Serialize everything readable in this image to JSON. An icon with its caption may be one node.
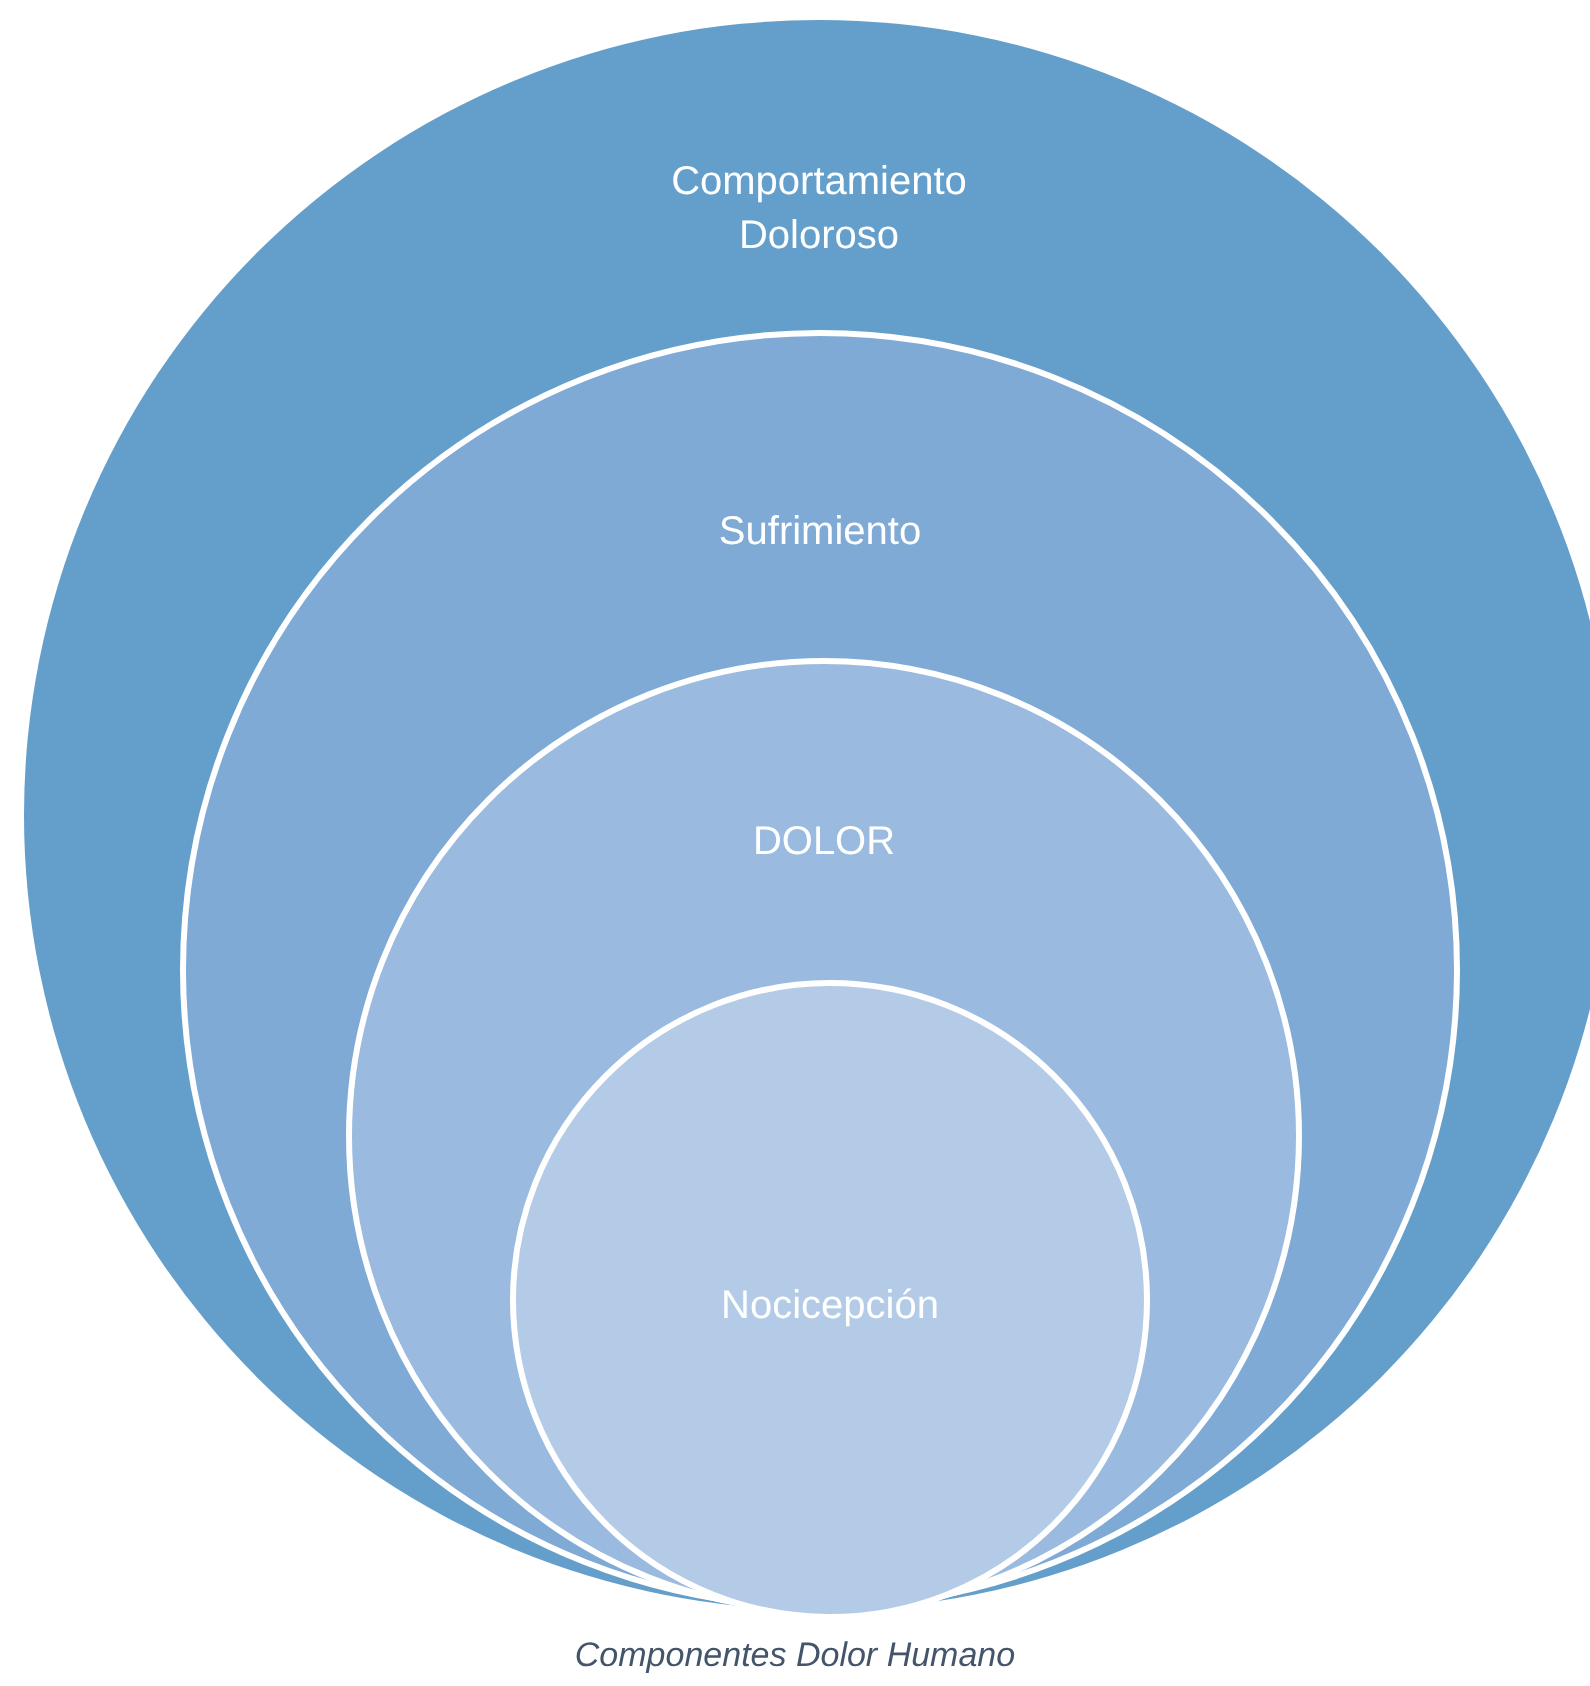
{
  "diagram": {
    "caption": "Componentes Dolor Humano",
    "nodes": [
      {
        "text": [
          "Comportamiento Doloroso"
        ]
      },
      {
        "text": [
          "Sufrimiento"
        ],
        "in": 0
      },
      {
        "text": [
          "DOLOR"
        ],
        "in": 1
      },
      {
        "text": [
          "Nocicepción"
        ],
        "in": 2
      }
    ]
  }
}
